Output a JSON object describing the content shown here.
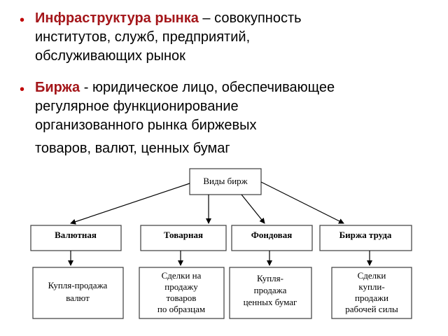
{
  "bullets": [
    {
      "term": "Инфраструктура рынка",
      "dash": " – ",
      "lines": [
        "совокупность",
        "институтов, служб, предприятий,",
        "обслуживающих рынок"
      ]
    },
    {
      "term": "Биржа",
      "dash": " - ",
      "lines": [
        " юридическое лицо, обеспечивающее",
        "регулярное функционирование",
        "организованного рынка биржевых",
        "товаров, валют, ценных бумаг"
      ]
    }
  ],
  "diagram": {
    "root": "Виды бирж",
    "types": [
      {
        "name": "Валютная",
        "desc": [
          "Купля-продажа",
          "валют"
        ]
      },
      {
        "name": "Товарная",
        "desc": [
          "Сделки на",
          "продажу",
          "товаров",
          "по образцам"
        ]
      },
      {
        "name": "Фондовая",
        "desc": [
          "Купля-",
          "продажа",
          "ценных бумаг"
        ]
      },
      {
        "name": "Биржа труда",
        "desc": [
          "Сделки",
          "купли-",
          "продажи",
          "рабочей силы"
        ]
      }
    ]
  },
  "colors": {
    "term": "#a4161a",
    "bullet": "#c00000",
    "box_border": "#3c3c3c"
  }
}
